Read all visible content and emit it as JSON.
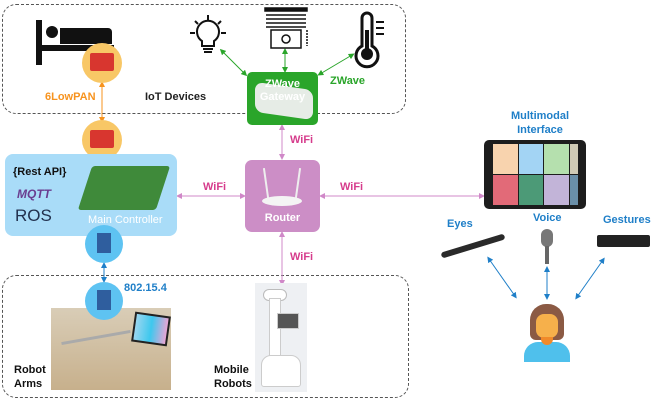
{
  "groups": {
    "iot": "IoT Devices"
  },
  "links": {
    "sixlowpan": "6LowPAN",
    "zwave": "ZWave",
    "wifi_gateway": "WiFi",
    "wifi_controller": "WiFi",
    "wifi_interface": "WiFi",
    "wifi_mobile": "WiFi",
    "ieee802154": "802.15.4"
  },
  "nodes": {
    "gateway": "ZWave Gateway",
    "router": "Router",
    "controller": {
      "label": "Main Controller",
      "rest": "{Rest API}",
      "mqtt": "MQTT",
      "ros": "ROS"
    },
    "interface": {
      "line1": "Multimodal",
      "line2": "Interface"
    },
    "eyes": "Eyes",
    "voice": "Voice",
    "gestures": "Gestures",
    "robot_arms": {
      "line1": "Robot",
      "line2": "Arms"
    },
    "mobile_robots": {
      "line1": "Mobile",
      "line2": "Robots"
    }
  },
  "colors": {
    "orange": "#f7931e",
    "green": "#2aa52a",
    "pink": "#d63c8c",
    "blue": "#1f7fc8",
    "controller_bg": "#a9dcf8",
    "router_bg": "#cc8ec6"
  }
}
